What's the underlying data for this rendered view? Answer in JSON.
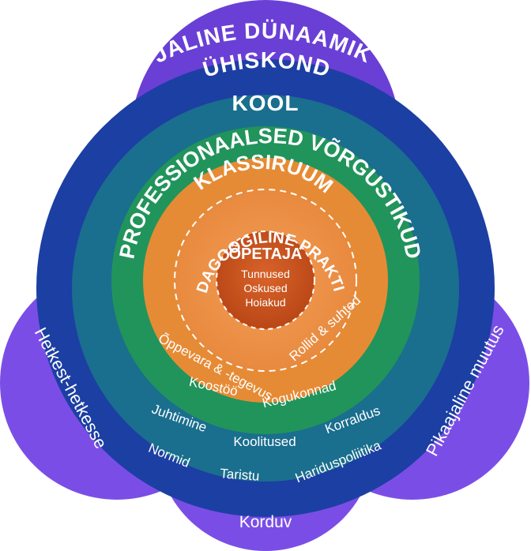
{
  "colors": {
    "petals": "#7a4ee6",
    "top_petal": "#6a3fd6",
    "society": "#1c3fa3",
    "school": "#1a6e8e",
    "networks": "#21945b",
    "classroom": "#e69139",
    "practice_outer": "#f0a15a",
    "teacher": "#c8531d",
    "text": "#ffffff"
  },
  "labels": {
    "top_title": "AJALINE DÜNAAMIKA",
    "society": "ÜHISKOND",
    "school": "KOOL",
    "networks": "PROFESSIONAALSED VÕRGUSTIKUD",
    "classroom": "KLASSIRUUM",
    "practice": "PEDAGOOGILINE PRAKTIKA",
    "teacher": "ÕPETAJA",
    "teacher_items": [
      "Tunnused",
      "Oskused",
      "Hoiakud"
    ],
    "practice_left": "Õppevara & -tegevus",
    "practice_right": "Rollid & suhted",
    "network_left": "Koostöö",
    "network_right": "Kogukonnad",
    "school_items": [
      "Juhtimine",
      "Koolitused",
      "Korraldus"
    ],
    "society_items": [
      "Normid",
      "Taristu",
      "Hariduspoliitika"
    ],
    "left_petal": "Hetkest-hetkesse",
    "right_petal": "Pikaajaline muutus",
    "bottom_petal": "Korduv"
  }
}
